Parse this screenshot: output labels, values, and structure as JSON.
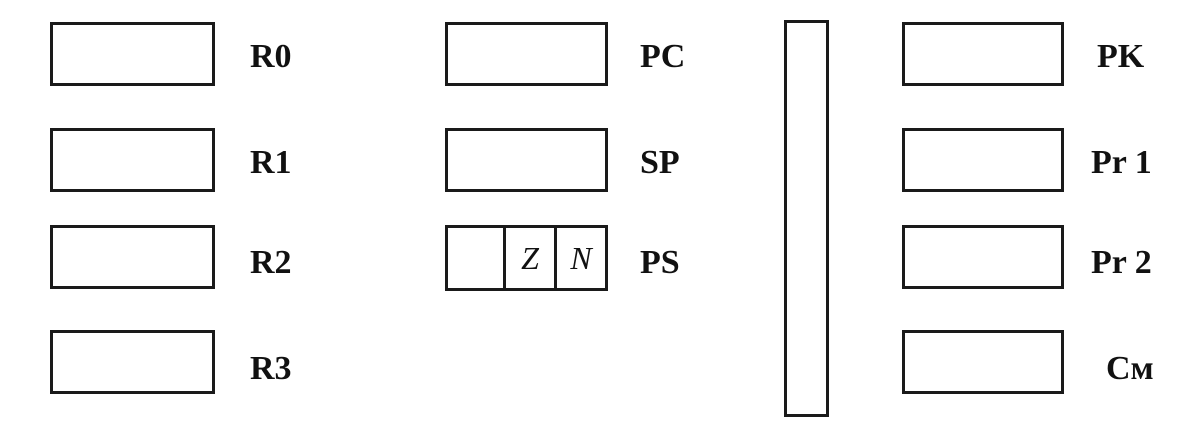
{
  "general_registers": [
    {
      "label": "R0"
    },
    {
      "label": "R1"
    },
    {
      "label": "R2"
    },
    {
      "label": "R3"
    }
  ],
  "special_registers": {
    "pc": {
      "label": "PC"
    },
    "sp": {
      "label": "SP"
    },
    "ps": {
      "label": "PS",
      "flags": [
        "",
        "Z",
        "N"
      ]
    }
  },
  "control_registers": [
    {
      "label": "PK"
    },
    {
      "label": "Pr 1"
    },
    {
      "label": "Pr 2"
    },
    {
      "label": "Cм"
    }
  ]
}
